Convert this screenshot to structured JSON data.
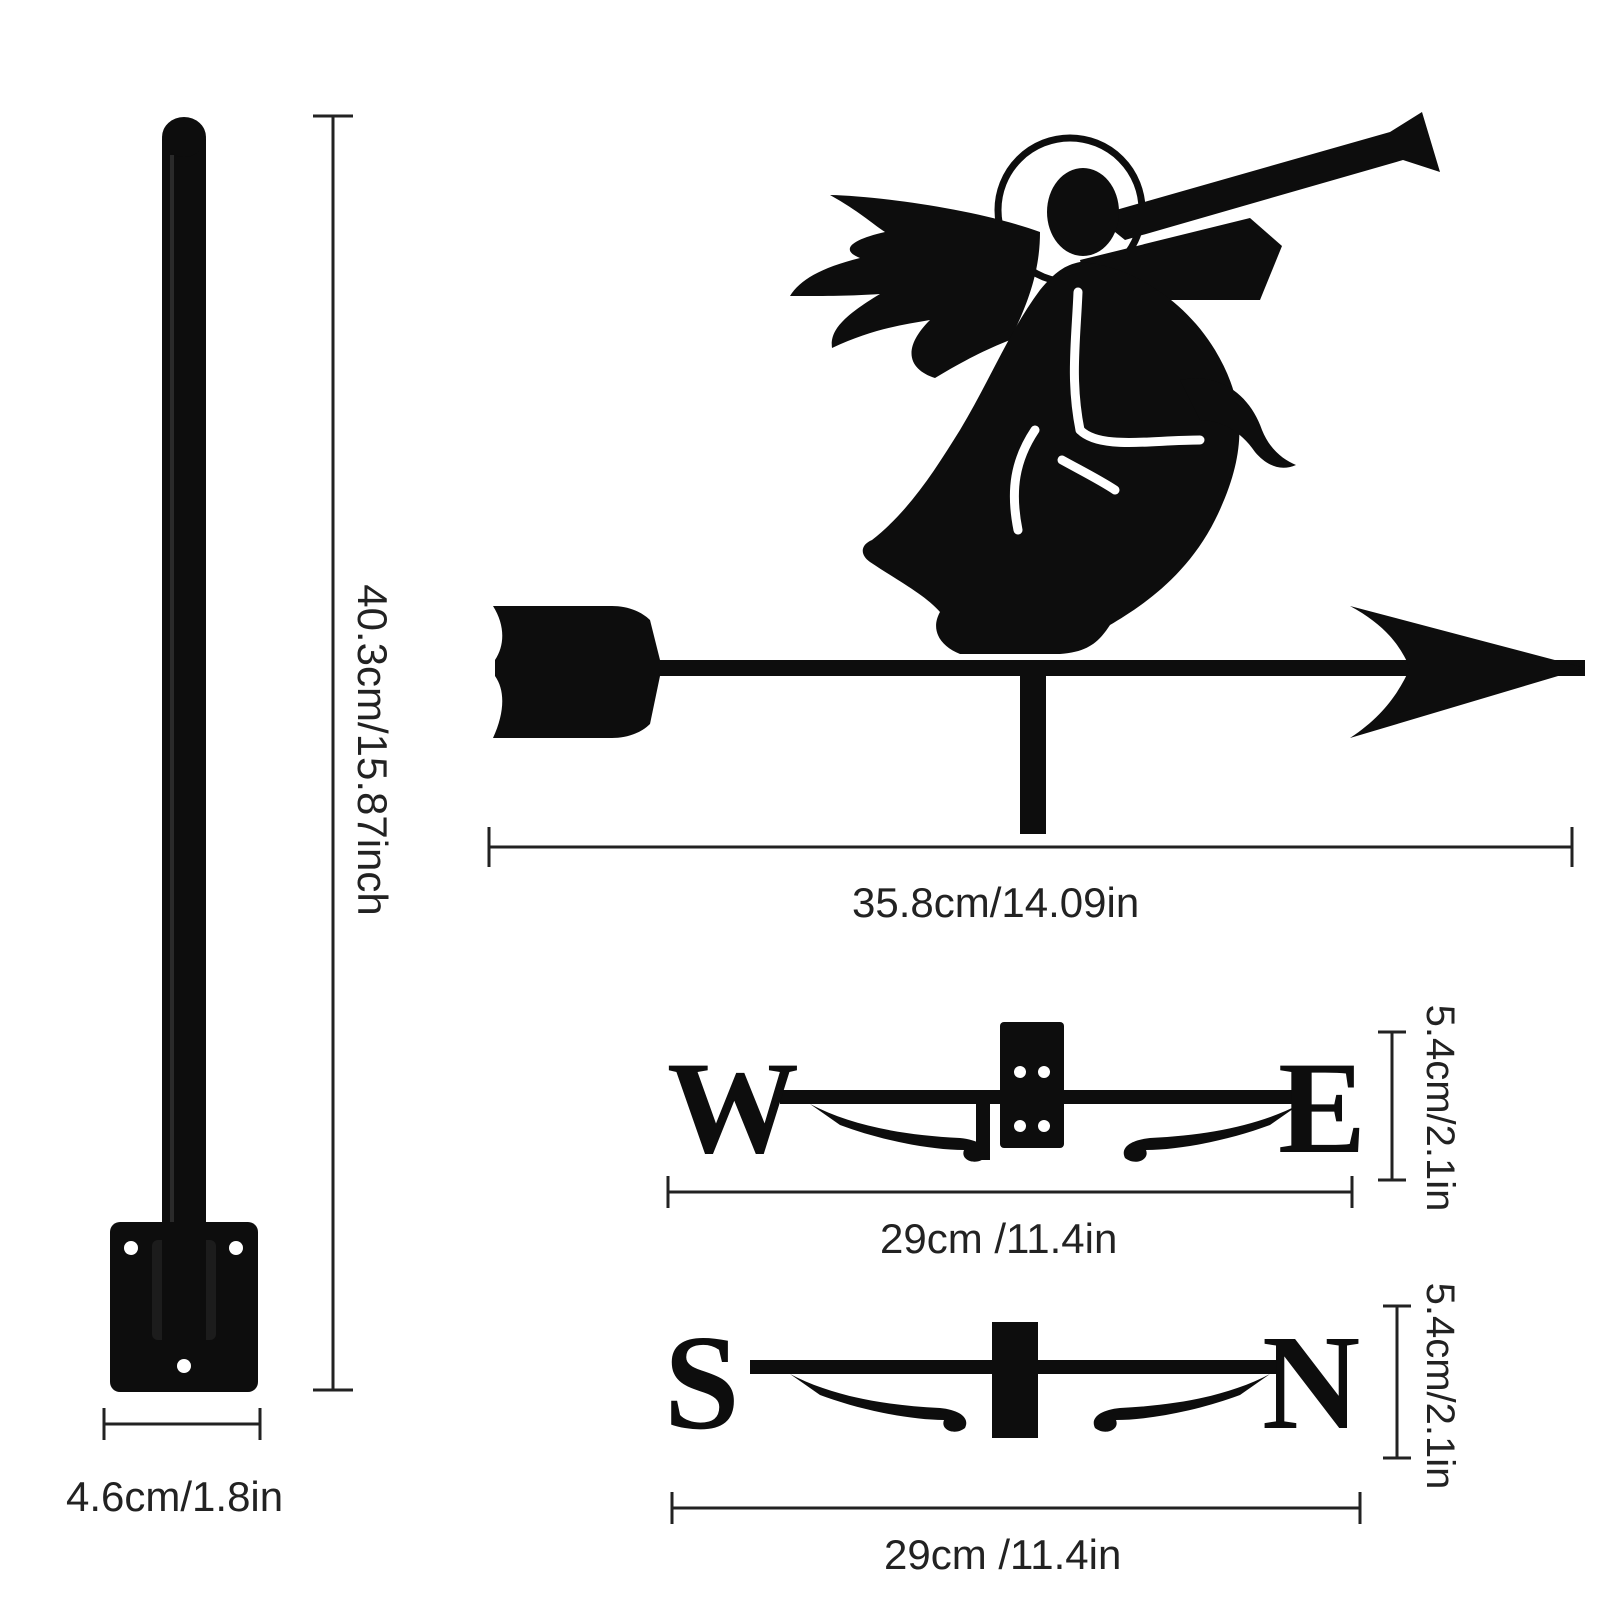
{
  "product": {
    "colors": {
      "metal": "#0d0d0d",
      "background": "#ffffff",
      "dimension_line": "#222222"
    }
  },
  "dimensions": {
    "pole_height": "40.3cm/15.87inch",
    "pole_base_width": "4.6cm/1.8in",
    "vane_width": "35.8cm/14.09in",
    "we_width": "29cm /11.4in",
    "we_height": "5.4cm/2.1in",
    "sn_width": "29cm /11.4in",
    "sn_height": "5.4cm/2.1in"
  },
  "compass_letters": {
    "west": "W",
    "east": "E",
    "south": "S",
    "north": "N"
  }
}
